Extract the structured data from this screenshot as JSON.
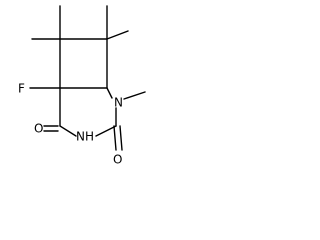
{
  "structure": {
    "atoms": {
      "fluorine": "F",
      "n_methyl_nitrogen": "N",
      "ring_oxygen_left": "O",
      "nh_group": "NH",
      "ring_oxygen_right": "O"
    },
    "colors": {
      "bond": "#000000",
      "background": "#ffffff"
    }
  }
}
